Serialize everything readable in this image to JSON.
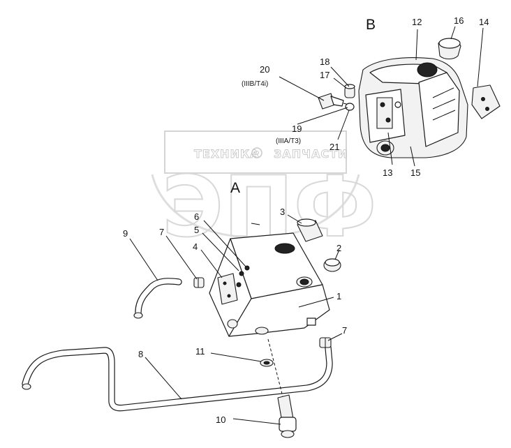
{
  "watermark": {
    "brand_left": "ТЕХНИКА",
    "brand_right": "ЗАПЧАСТИ",
    "letters": "ЭПФ"
  },
  "views": {
    "a": "A",
    "b": "B"
  },
  "callouts": {
    "c1": "1",
    "c2": "2",
    "c3": "3",
    "c4": "4",
    "c5": "5",
    "c6": "6",
    "c7a": "7",
    "c7b": "7",
    "c8": "8",
    "c9": "9",
    "c10": "10",
    "c11": "11",
    "c12": "12",
    "c13": "13",
    "c14": "14",
    "c15": "15",
    "c16": "16",
    "c17": "17",
    "c18": "18",
    "c19": "19",
    "c20": "20",
    "c21": "21"
  },
  "notes": {
    "n20": "(IIIB/T4i)",
    "n19": "(IIIA/T3)"
  }
}
